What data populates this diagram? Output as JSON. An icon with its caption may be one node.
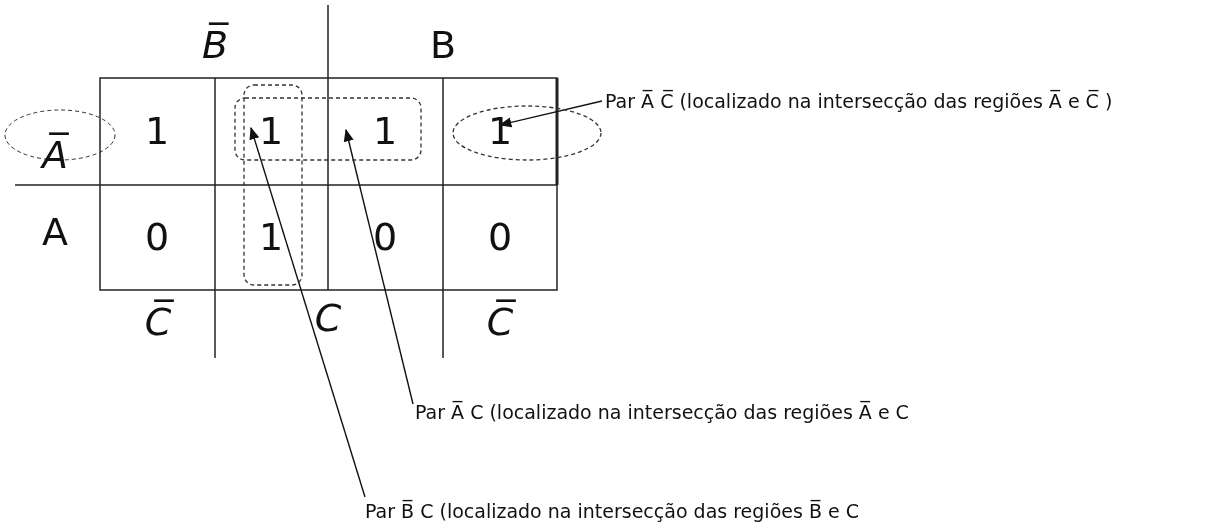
{
  "diagram": {
    "nodes": [
      {
        "text": [
          "Par A̅ C̅ (localizado na intersecção das regiões A̅ e C̅ )"
        ]
      },
      {
        "text": [],
        "shape": "ellipse"
      },
      {
        "text": [],
        "shape": "box"
      },
      {
        "text": [],
        "shape": "box"
      },
      {
        "text": [
          "Par A̅ C (localizado na intersecção das regiões A̅  e C"
        ]
      },
      {
        "text": [
          "Par B̅ C (localizado na intersecção das regiões B̅ e C"
        ]
      }
    ],
    "edges": [
      {
        "from": 0,
        "to": 1,
        "arrow": "to"
      },
      {
        "from": 4,
        "to": 2,
        "arrow": "to"
      },
      {
        "from": 5,
        "to": 3,
        "arrow": "to"
      }
    ],
    "labels": [
      "B̅",
      "B",
      "A̅",
      "1",
      "1",
      "1",
      "1",
      "A",
      "0",
      "1",
      "0",
      "0",
      "C̅",
      "C",
      "C̅"
    ]
  }
}
